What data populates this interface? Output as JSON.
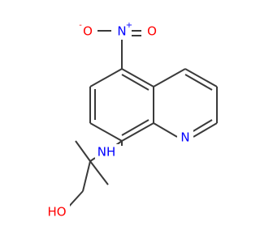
{
  "colors": {
    "background": "#ffffff",
    "bond": "#3a3a3a",
    "nitrogen": "#0000ff",
    "oxygen": "#ff0000",
    "carbon_text": "#3a3a3a"
  },
  "atoms": {
    "nitro_o_minus": {
      "label": "O",
      "charge": "-",
      "element": "oxygen"
    },
    "nitro_n_plus": {
      "label": "N",
      "charge": "+",
      "element": "nitrogen"
    },
    "nitro_o": {
      "label": "O",
      "element": "oxygen"
    },
    "ring_n": {
      "label": "N",
      "element": "nitrogen"
    },
    "amine": {
      "label": "NH",
      "element": "nitrogen"
    },
    "hydroxyl": {
      "label": "HO",
      "element": "oxygen"
    }
  }
}
